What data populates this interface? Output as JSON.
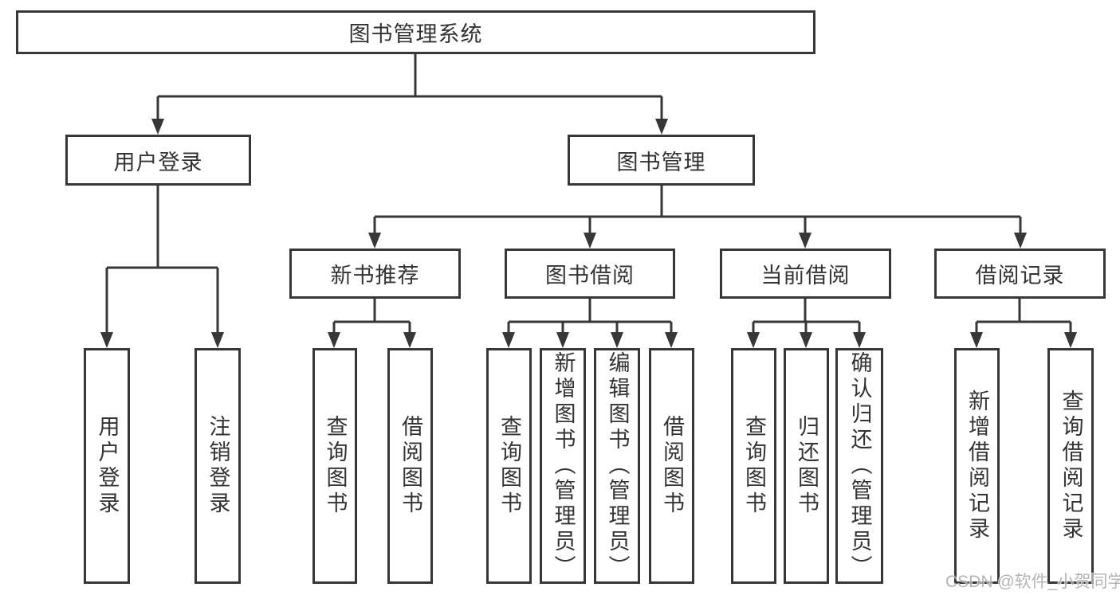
{
  "diagram": {
    "title": "图书管理系统",
    "colors": {
      "line": "#373737",
      "border": "#373737",
      "text": "#333333",
      "background": "#ffffff",
      "watermark": "#a9a9a9"
    },
    "nodes": {
      "root": {
        "label": "图书管理系统"
      },
      "user_login": {
        "label": "用户登录"
      },
      "book_mgmt": {
        "label": "图书管理"
      },
      "new_book_rec": {
        "label": "新书推荐"
      },
      "book_borrow": {
        "label": "图书借阅"
      },
      "current_borrow": {
        "label": "当前借阅"
      },
      "borrow_record": {
        "label": "借阅记录"
      },
      "leaf_user_login": {
        "label": "用户登录"
      },
      "leaf_logout": {
        "label": "注销登录"
      },
      "leaf_nbr_query": {
        "label": "查询图书"
      },
      "leaf_nbr_borrow": {
        "label": "借阅图书"
      },
      "leaf_bb_query": {
        "label": "查询图书"
      },
      "leaf_bb_add": {
        "label": "新增图书（管理员）"
      },
      "leaf_bb_edit": {
        "label": "编辑图书（管理员）"
      },
      "leaf_bb_borrow": {
        "label": "借阅图书"
      },
      "leaf_cb_query": {
        "label": "查询图书"
      },
      "leaf_cb_return": {
        "label": "归还图书"
      },
      "leaf_cb_confirm": {
        "label": "确认归还（管理员）"
      },
      "leaf_br_add": {
        "label": "新增借阅记录"
      },
      "leaf_br_query": {
        "label": "查询借阅记录"
      }
    },
    "edges": [
      [
        "图书管理系统",
        "用户登录"
      ],
      [
        "图书管理系统",
        "图书管理"
      ],
      [
        "用户登录",
        "用户登录"
      ],
      [
        "用户登录",
        "注销登录"
      ],
      [
        "图书管理",
        "新书推荐"
      ],
      [
        "图书管理",
        "图书借阅"
      ],
      [
        "图书管理",
        "当前借阅"
      ],
      [
        "图书管理",
        "借阅记录"
      ],
      [
        "新书推荐",
        "查询图书"
      ],
      [
        "新书推荐",
        "借阅图书"
      ],
      [
        "图书借阅",
        "查询图书"
      ],
      [
        "图书借阅",
        "新增图书（管理员）"
      ],
      [
        "图书借阅",
        "编辑图书（管理员）"
      ],
      [
        "图书借阅",
        "借阅图书"
      ],
      [
        "当前借阅",
        "查询图书"
      ],
      [
        "当前借阅",
        "归还图书"
      ],
      [
        "当前借阅",
        "确认归还（管理员）"
      ],
      [
        "借阅记录",
        "新增借阅记录"
      ],
      [
        "借阅记录",
        "查询借阅记录"
      ]
    ],
    "watermark": "CSDN @软件_小贺同学"
  }
}
